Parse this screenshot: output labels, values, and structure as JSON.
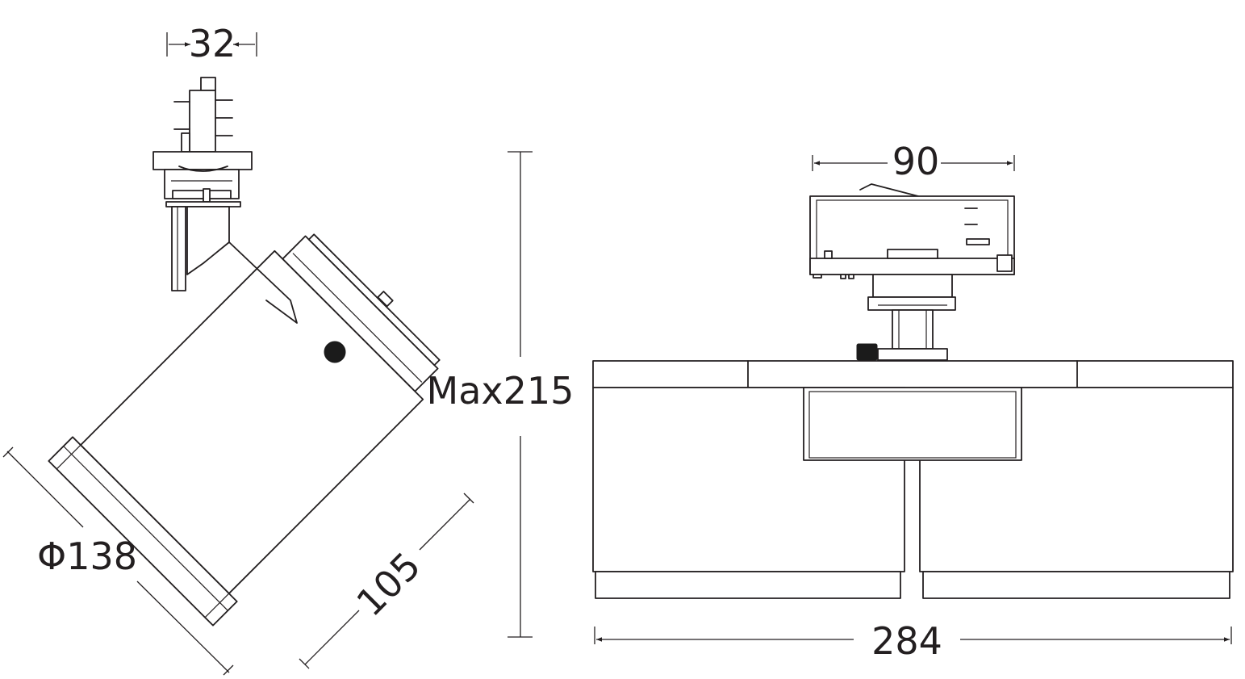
{
  "dimensions": {
    "base_width": "32",
    "diameter": "Φ138",
    "length": "105",
    "max_height": "Max215",
    "adapter_width": "90",
    "total_width": "284"
  },
  "colors": {
    "line": "#231f20",
    "background": "#ffffff",
    "knob": "#1b1b1b"
  }
}
